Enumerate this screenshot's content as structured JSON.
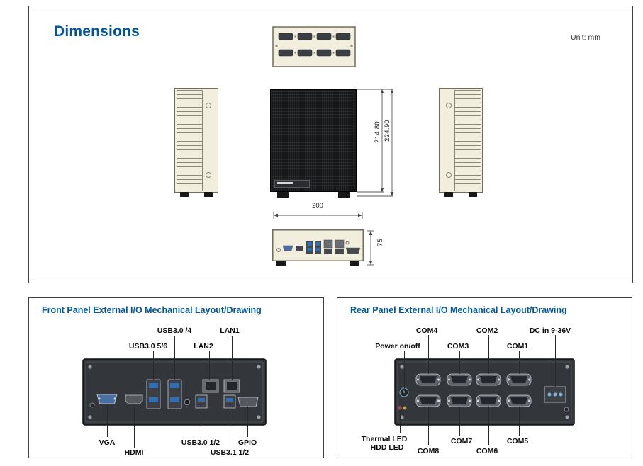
{
  "page": {
    "section_title": "Dimensions",
    "unit_note": "Unit: mm"
  },
  "dimensions": {
    "height_body": "214.80",
    "height_total": "224.90",
    "width": "200",
    "depth": "75"
  },
  "front_panel": {
    "title": "Front Panel External I/O Mechanical Layout/Drawing",
    "labels": {
      "usb30_4": "USB3.0 /4",
      "lan1": "LAN1",
      "usb30_56": "USB3.0 5/6",
      "lan2": "LAN2",
      "vga": "VGA",
      "hdmi": "HDMI",
      "usb30_12": "USB3.0 1/2",
      "gpio": "GPIO",
      "usb31_12": "USB3.1 1/2"
    }
  },
  "rear_panel": {
    "title": "Rear Panel External I/O Mechanical Layout/Drawing",
    "labels": {
      "power": "Power on/off",
      "com4": "COM4",
      "com3": "COM3",
      "com2": "COM2",
      "com1": "COM1",
      "dc": "DC in 9-36V",
      "thermal_led": "Thermal LED",
      "hdd_led": "HDD LED",
      "com8": "COM8",
      "com7": "COM7",
      "com6": "COM6",
      "com5": "COM5"
    }
  },
  "colors": {
    "accent_blue": "#00559C",
    "chassis_beige": "#f2eedd",
    "panel_dark": "#33373c"
  }
}
